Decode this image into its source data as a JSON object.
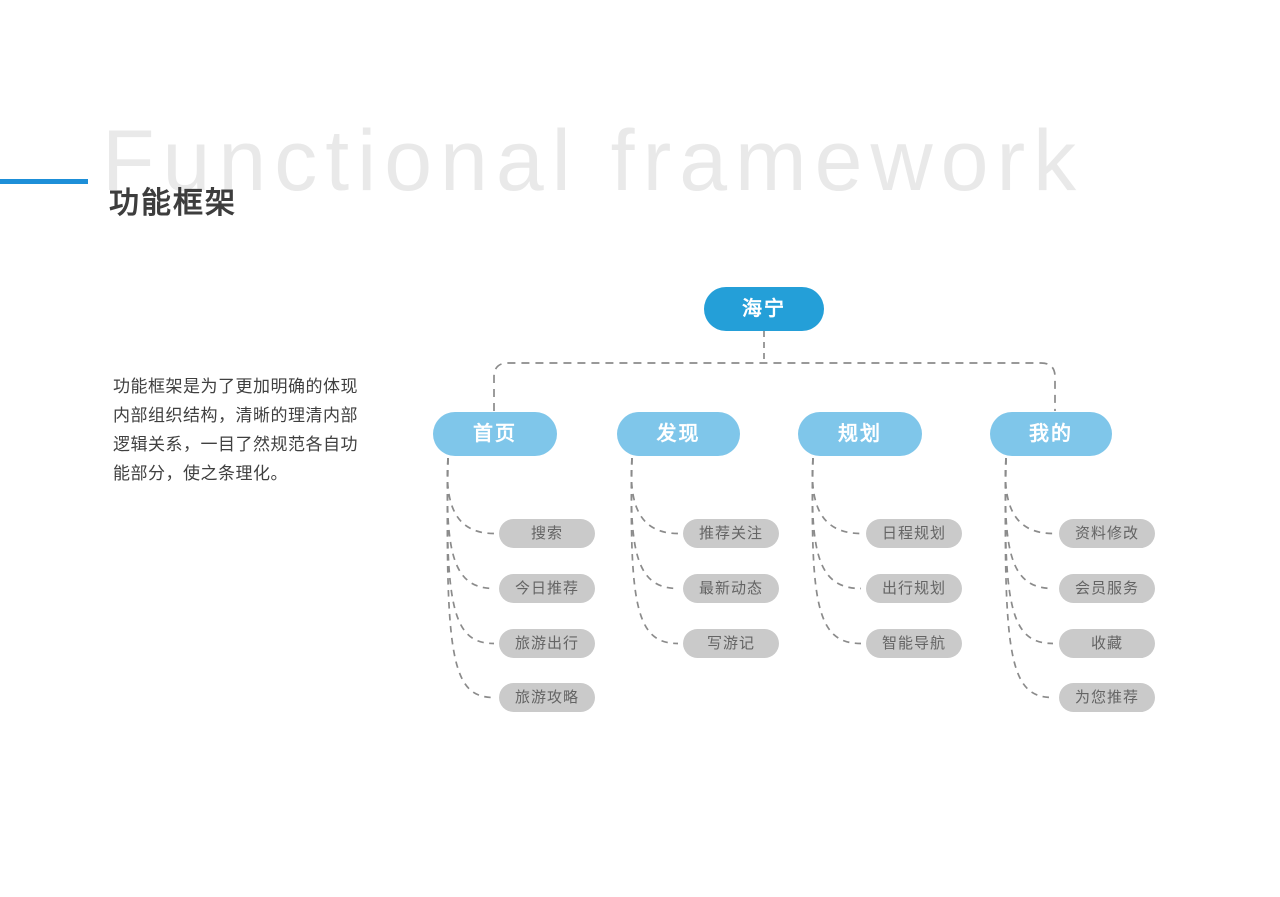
{
  "page": {
    "watermark": "Functional framework",
    "title_cn": "功能框架"
  },
  "description": {
    "lines": [
      "功能框架是为了更加明确的体现",
      "内部组织结构，清晰的理清内部",
      "逻辑关系，一目了然规范各自功",
      "能部分，使之条理化。"
    ]
  },
  "colors": {
    "accent_blue": "#1d8fd8",
    "root_node_blue": "#249fd8",
    "branch_node_blue": "#7fc6ea",
    "leaf_node_gray": "#cacaca",
    "leaf_text_gray": "#646464",
    "connector_gray": "#8b8b8b",
    "watermark_gray": "#e9e9e9",
    "title_gray": "#3d3d3d"
  },
  "tree": {
    "root": {
      "label": "海宁"
    },
    "branches": [
      {
        "label": "首页",
        "children": [
          "搜索",
          "今日推荐",
          "旅游出行",
          "旅游攻略"
        ]
      },
      {
        "label": "发现",
        "children": [
          "推荐关注",
          "最新动态",
          "写游记"
        ]
      },
      {
        "label": "规划",
        "children": [
          "日程规划",
          "出行规划",
          "智能导航"
        ]
      },
      {
        "label": "我的",
        "children": [
          "资料修改",
          "会员服务",
          "收藏",
          "为您推荐"
        ]
      }
    ]
  }
}
